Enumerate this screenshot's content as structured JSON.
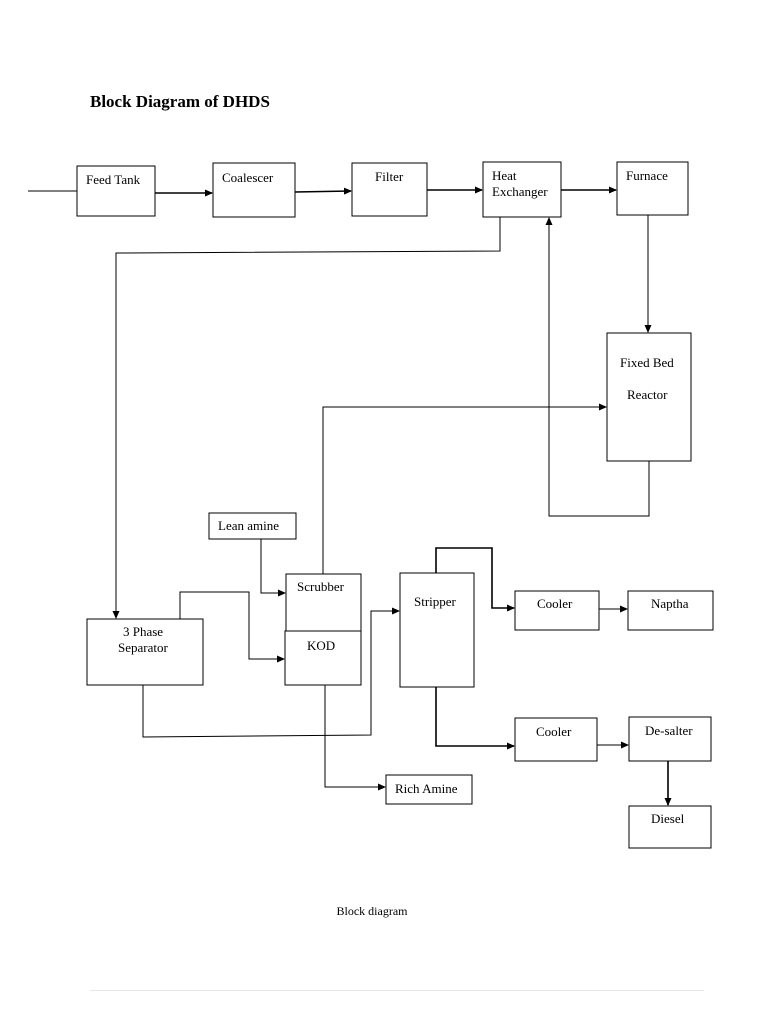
{
  "title": "Block Diagram of DHDS",
  "caption": "Block diagram",
  "nodes": {
    "feed_tank": "Feed Tank",
    "coalescer": "Coalescer",
    "filter": "Filter",
    "heat_exchanger": [
      "Heat",
      "Exchanger"
    ],
    "furnace": "Furnace",
    "fixed_bed_reactor": [
      "Fixed Bed",
      "Reactor"
    ],
    "lean_amine": "Lean amine",
    "scrubber": "Scrubber",
    "kod": "KOD",
    "three_phase_separator": [
      "3 Phase",
      "Separator"
    ],
    "stripper": "Stripper",
    "cooler_top": "Cooler",
    "naptha": "Naptha",
    "cooler_bottom": "Cooler",
    "de_salter": "De-salter",
    "diesel": "Diesel",
    "rich_amine": "Rich Amine"
  }
}
